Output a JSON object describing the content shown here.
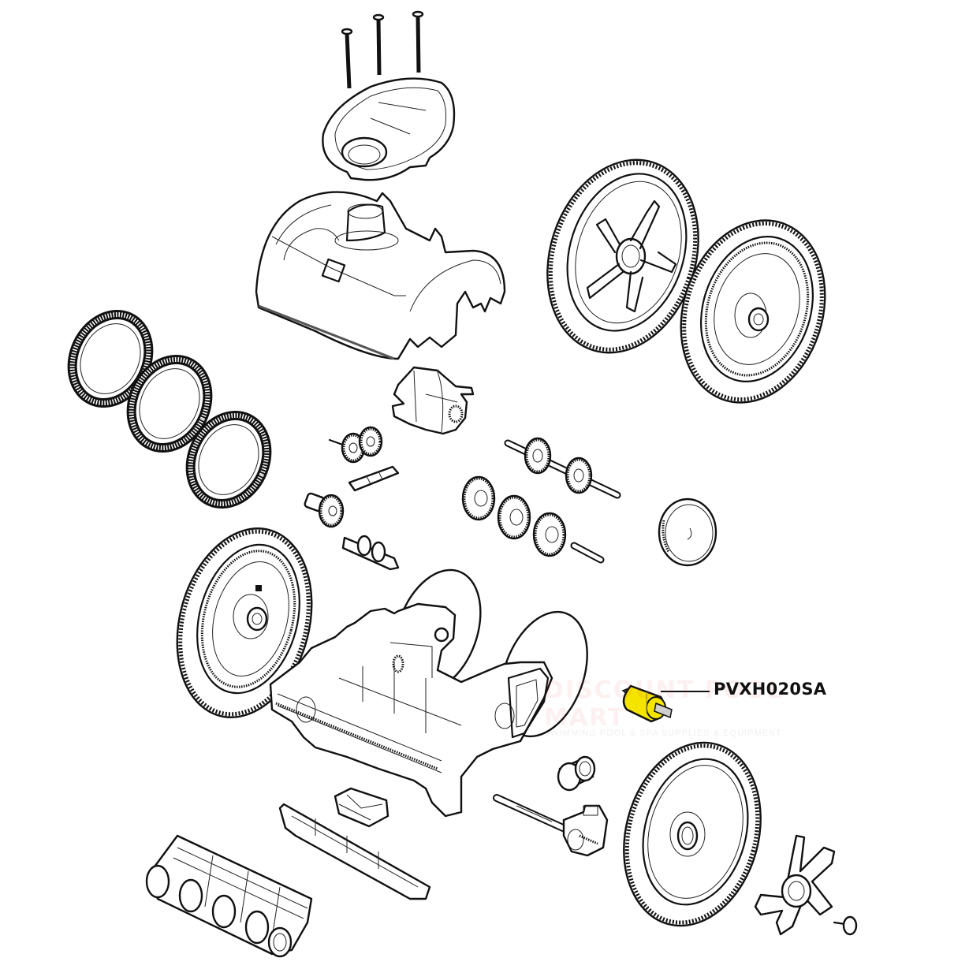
{
  "diagram": {
    "title": "Pool cleaner exploded parts diagram",
    "highlight_color": "#f5e400",
    "line_color": "#111111",
    "callouts": [
      {
        "part_number": "PVXH020SA",
        "highlighted": true,
        "part_description": "drive shaft / spindle assembly"
      }
    ],
    "watermark": {
      "main": "DISCOUNT POOL MART",
      "sub": "SWIMMING POOL & SPA SUPPLIES & EQUIPMENT"
    },
    "parts": [
      "screws (3)",
      "top cover / handle insert",
      "top body housing",
      "rear wheel with hubcap (upper)",
      "rear wheel inner (upper)",
      "tires (3)",
      "turbine housing",
      "gear pair",
      "spring clip",
      "pinion gear",
      "turbine shaft",
      "idler gears on shaft (2)",
      "gears (3)",
      "pin",
      "gear cover",
      "front wheel (left)",
      "chassis",
      "highlighted spindle assembly",
      "bushing",
      "axle with crank",
      "front wheel (right)",
      "hubcap star",
      "hub pin",
      "diverter",
      "skirt / flap",
      "roller brush assembly"
    ]
  }
}
